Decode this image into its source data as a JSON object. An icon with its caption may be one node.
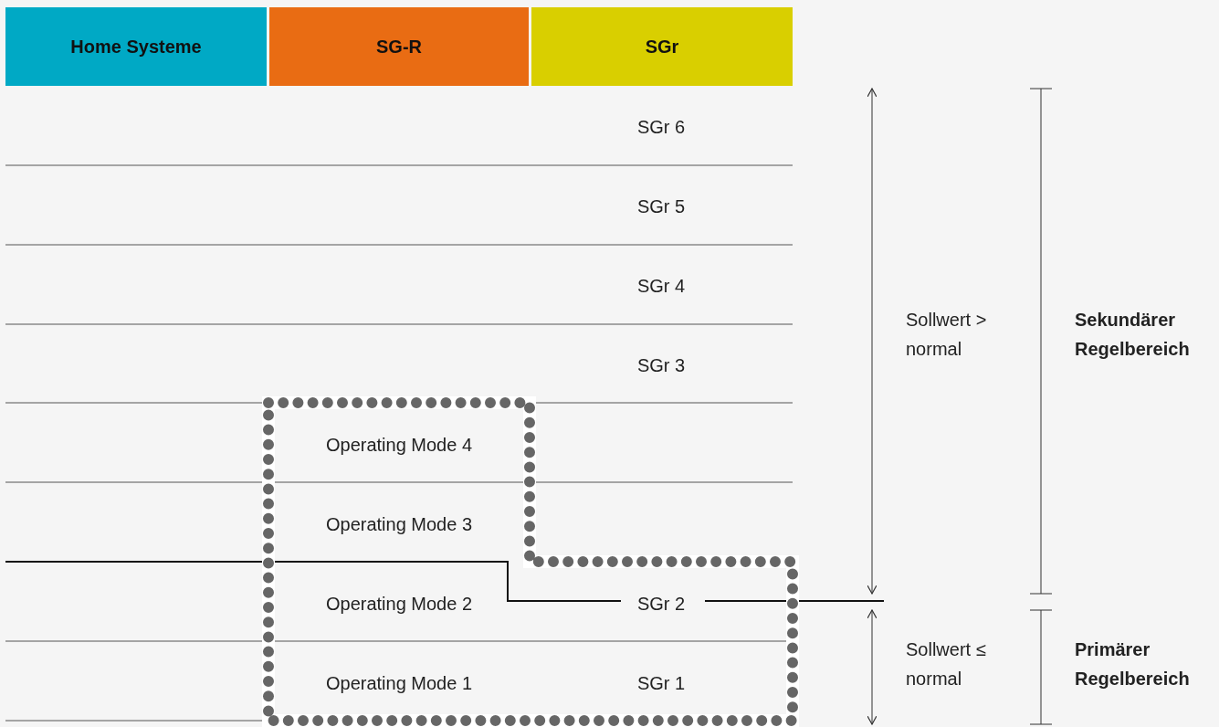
{
  "diagram": {
    "nodes": [
      {
        "text": [
          "Home Systeme"
        ]
      },
      {
        "text": [
          "SG-R"
        ]
      },
      {
        "text": [
          "SGr"
        ]
      },
      {
        "text": [
          "Operating Mode 4",
          "Operating Mode 3",
          "Operating Mode 2",
          "SGr 2",
          "Operating Mode 1",
          "SGr 1"
        ]
      }
    ],
    "labels": [
      "SGr 6",
      "SGr 5",
      "SGr 4",
      "SGr 3",
      "Sollwert > normal",
      "Sekundärer Regelbereich",
      "Sollwert ≤ normal",
      "Primärer Regelbereich"
    ]
  }
}
